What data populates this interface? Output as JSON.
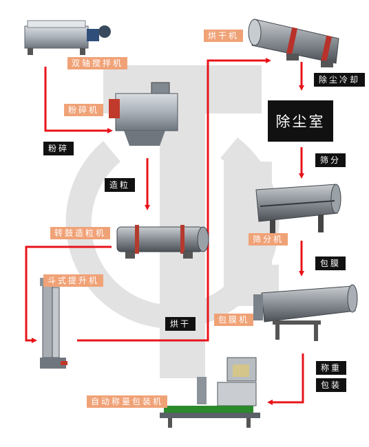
{
  "labels": {
    "dual_shaft_mixer": "双轴搅拌机",
    "crusher": "粉碎机",
    "crush_step": "粉碎",
    "granulate_step": "造粒",
    "rotary_drum_granulator": "转鼓造粒机",
    "bucket_elevator": "斗式提升机",
    "dryer_step": "烘干",
    "dryer": "烘干机",
    "dust_cooling_step": "除尘冷却",
    "dust_room": "除尘室",
    "screening_step": "筛分",
    "screener": "筛分机",
    "coating_step": "包膜",
    "coating_machine": "包膜机",
    "weighing_step": "称重",
    "packing_step": "包装",
    "auto_packing_machine": "自动称量包装机"
  },
  "colors": {
    "arrow": "#e8131a",
    "orange_label": "#f0a277",
    "black_label": "#111111",
    "watermark": "#e2e2e2"
  }
}
